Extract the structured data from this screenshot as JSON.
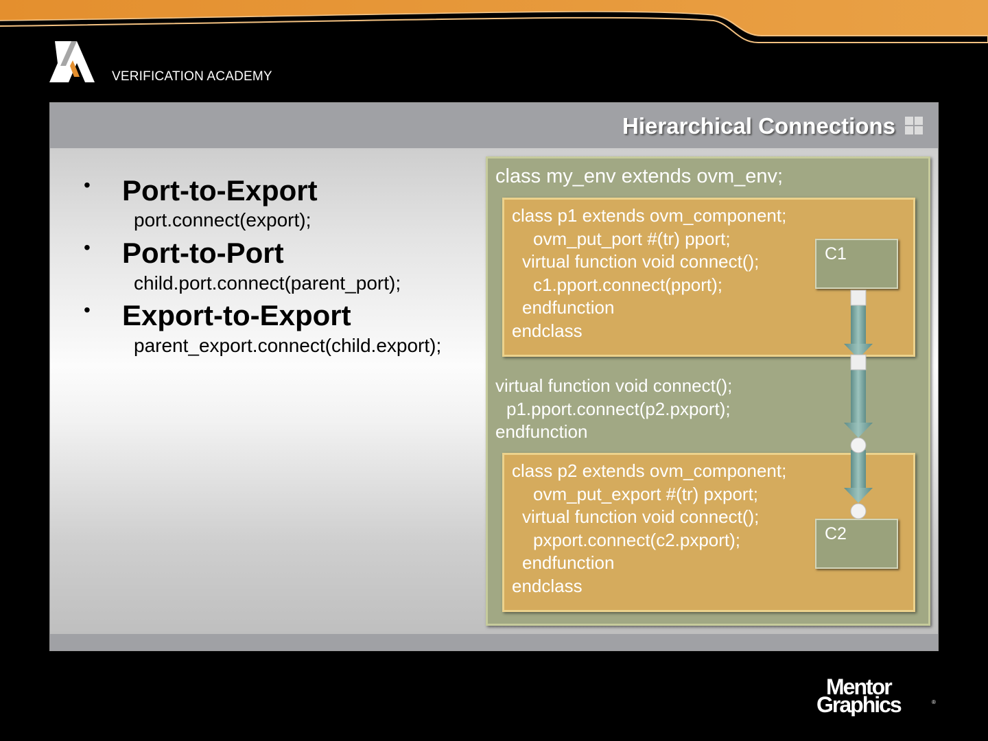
{
  "brand": {
    "name": "VERIFICATION ACADEMY"
  },
  "slide": {
    "title": "Hierarchical Connections"
  },
  "bullets": [
    {
      "heading": "Port-to-Export",
      "code": "port.connect(export);"
    },
    {
      "heading": "Port-to-Port",
      "code": "child.port.connect(parent_port);"
    },
    {
      "heading": "Export-to-Export",
      "code": "parent_export.connect(child.export);"
    }
  ],
  "diagram": {
    "env_header": "class my_env extends ovm_env;",
    "p1": [
      "class p1 extends ovm_component;",
      "ovm_put_port #(tr) pport;",
      "virtual function void connect();",
      "c1.pport.connect(pport);",
      "endfunction",
      "endclass"
    ],
    "env_connect": [
      "virtual function void connect();",
      "p1.pport.connect(p2.pxport);",
      "endfunction"
    ],
    "p2": [
      "class p2 extends ovm_component;",
      "ovm_put_export #(tr) pxport;",
      "virtual function void connect();",
      "pxport.connect(c2.pxport);",
      "endfunction",
      "endclass"
    ],
    "c1_label": "C1",
    "c2_label": "C2"
  },
  "footer_logo": {
    "line1": "Mentor",
    "line2": "Graphics",
    "mark": "®"
  },
  "colors": {
    "accent_orange": "#e48f2e",
    "env_green": "#a1a884",
    "class_gold": "#d5ab5d",
    "arrow_teal": "#7fa8a2"
  }
}
